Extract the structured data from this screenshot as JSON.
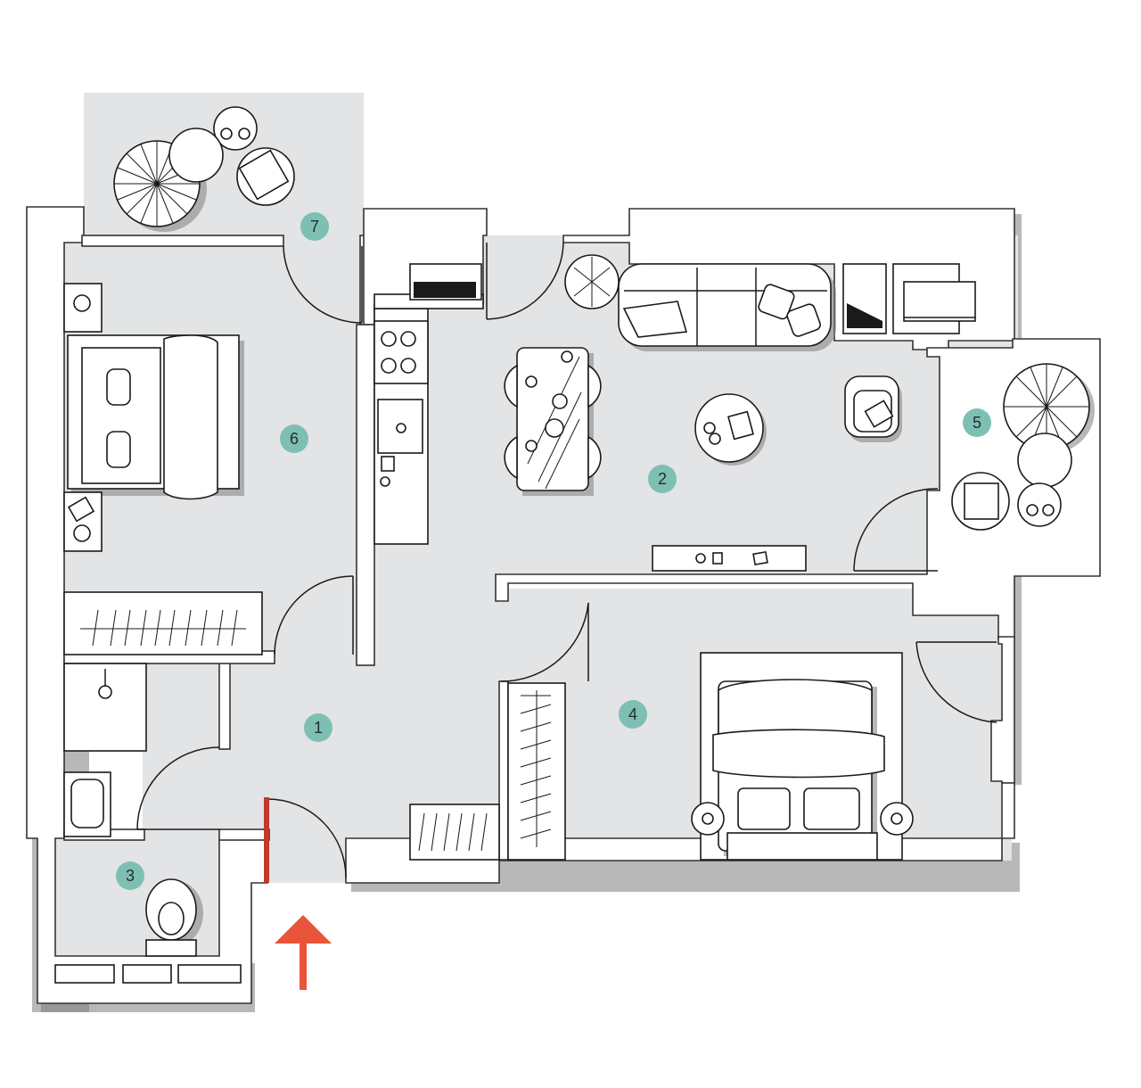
{
  "plan": {
    "markers": [
      {
        "id": "room-1",
        "label": "1",
        "color": "#7dc0b3"
      },
      {
        "id": "room-2",
        "label": "2",
        "color": "#7dc0b3"
      },
      {
        "id": "room-3",
        "label": "3",
        "color": "#7dc0b3"
      },
      {
        "id": "room-4",
        "label": "4",
        "color": "#7dc0b3"
      },
      {
        "id": "room-5",
        "label": "5",
        "color": "#7dc0b3"
      },
      {
        "id": "room-6",
        "label": "6",
        "color": "#7dc0b3"
      },
      {
        "id": "room-7",
        "label": "7",
        "color": "#7dc0b3"
      }
    ],
    "entrance_arrow_color": "#e8553a",
    "floor_color": "#e3e4e6"
  }
}
